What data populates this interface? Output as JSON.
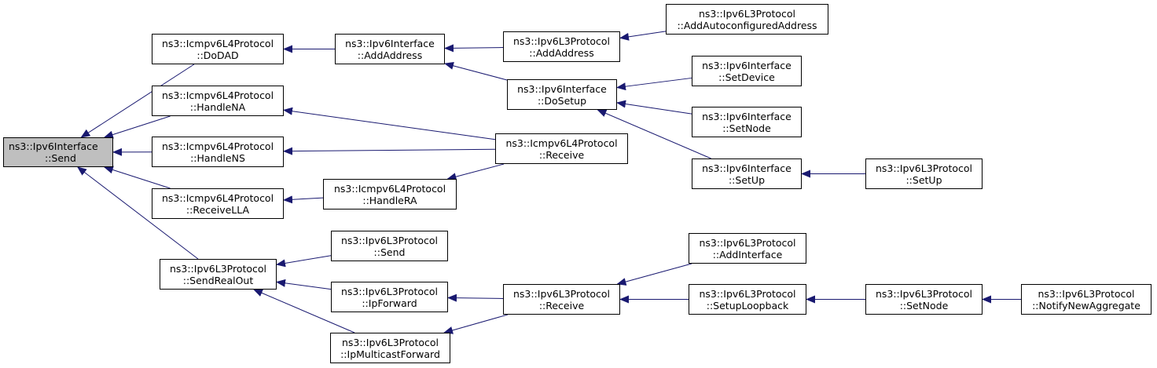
{
  "colors": {
    "edge": "#191970",
    "root_fill": "#bfbfbf",
    "node_fill": "#ffffff",
    "border": "#000000"
  },
  "nodes": {
    "send": {
      "l1": "ns3::Ipv6Interface",
      "l2": "::Send"
    },
    "dodad": {
      "l1": "ns3::Icmpv6L4Protocol",
      "l2": "::DoDAD"
    },
    "handlena": {
      "l1": "ns3::Icmpv6L4Protocol",
      "l2": "::HandleNA"
    },
    "handlens": {
      "l1": "ns3::Icmpv6L4Protocol",
      "l2": "::HandleNS"
    },
    "receivella": {
      "l1": "ns3::Icmpv6L4Protocol",
      "l2": "::ReceiveLLA"
    },
    "sendrealout": {
      "l1": "ns3::Ipv6L3Protocol",
      "l2": "::SendRealOut"
    },
    "if_addaddr": {
      "l1": "ns3::Ipv6Interface",
      "l2": "::AddAddress"
    },
    "l3_addaddr": {
      "l1": "ns3::Ipv6L3Protocol",
      "l2": "::AddAddress"
    },
    "autoconf": {
      "l1": "ns3::Ipv6L3Protocol",
      "l2": "::AddAutoconfiguredAddress"
    },
    "dosetup": {
      "l1": "ns3::Ipv6Interface",
      "l2": "::DoSetup"
    },
    "setdevice": {
      "l1": "ns3::Ipv6Interface",
      "l2": "::SetDevice"
    },
    "setnode_if": {
      "l1": "ns3::Ipv6Interface",
      "l2": "::SetNode"
    },
    "setup_if": {
      "l1": "ns3::Ipv6Interface",
      "l2": "::SetUp"
    },
    "setup_l3": {
      "l1": "ns3::Ipv6L3Protocol",
      "l2": "::SetUp"
    },
    "icmp_recv": {
      "l1": "ns3::Icmpv6L4Protocol",
      "l2": "::Receive"
    },
    "handlera": {
      "l1": "ns3::Icmpv6L4Protocol",
      "l2": "::HandleRA"
    },
    "l3_send": {
      "l1": "ns3::Ipv6L3Protocol",
      "l2": "::Send"
    },
    "ipforward": {
      "l1": "ns3::Ipv6L3Protocol",
      "l2": "::IpForward"
    },
    "ipmcast": {
      "l1": "ns3::Ipv6L3Protocol",
      "l2": "::IpMulticastForward"
    },
    "l3_recv": {
      "l1": "ns3::Ipv6L3Protocol",
      "l2": "::Receive"
    },
    "addiface": {
      "l1": "ns3::Ipv6L3Protocol",
      "l2": "::AddInterface"
    },
    "loopback": {
      "l1": "ns3::Ipv6L3Protocol",
      "l2": "::SetupLoopback"
    },
    "setnode_l3": {
      "l1": "ns3::Ipv6L3Protocol",
      "l2": "::SetNode"
    },
    "notifyagg": {
      "l1": "ns3::Ipv6L3Protocol",
      "l2": "::NotifyNewAggregate"
    }
  },
  "edges": [
    [
      "dodad",
      "send"
    ],
    [
      "handlena",
      "send"
    ],
    [
      "handlens",
      "send"
    ],
    [
      "receivella",
      "send"
    ],
    [
      "sendrealout",
      "send"
    ],
    [
      "if_addaddr",
      "dodad"
    ],
    [
      "l3_addaddr",
      "if_addaddr"
    ],
    [
      "dosetup",
      "if_addaddr"
    ],
    [
      "autoconf",
      "l3_addaddr"
    ],
    [
      "setdevice",
      "dosetup"
    ],
    [
      "setnode_if",
      "dosetup"
    ],
    [
      "setup_if",
      "dosetup"
    ],
    [
      "setup_l3",
      "setup_if"
    ],
    [
      "icmp_recv",
      "handlena"
    ],
    [
      "icmp_recv",
      "handlens"
    ],
    [
      "handlera",
      "receivella"
    ],
    [
      "icmp_recv",
      "handlera"
    ],
    [
      "l3_send",
      "sendrealout"
    ],
    [
      "ipforward",
      "sendrealout"
    ],
    [
      "ipmcast",
      "sendrealout"
    ],
    [
      "l3_recv",
      "ipforward"
    ],
    [
      "l3_recv",
      "ipmcast"
    ],
    [
      "addiface",
      "l3_recv"
    ],
    [
      "loopback",
      "l3_recv"
    ],
    [
      "setnode_l3",
      "loopback"
    ],
    [
      "notifyagg",
      "setnode_l3"
    ]
  ]
}
